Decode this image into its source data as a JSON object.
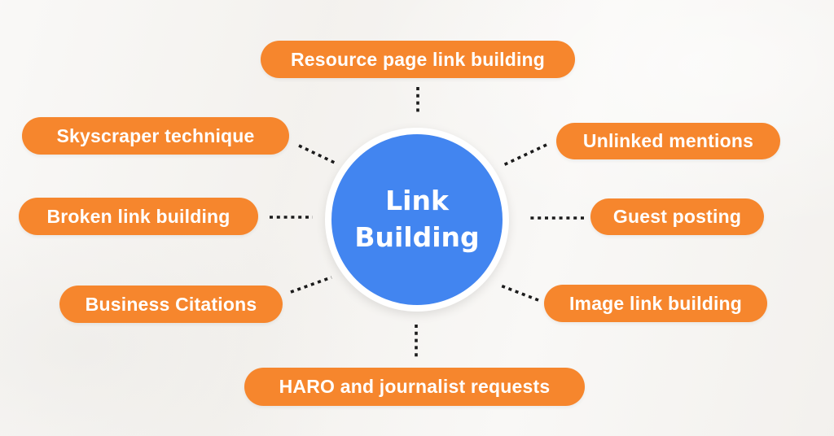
{
  "diagram": {
    "title": "Link Building mind map",
    "center": {
      "line1": "Link",
      "line2": "Building"
    },
    "nodes": [
      {
        "id": "resource-page-link-building",
        "label": "Resource page link building",
        "position": "top"
      },
      {
        "id": "unlinked-mentions",
        "label": "Unlinked mentions",
        "position": "top-right"
      },
      {
        "id": "guest-posting",
        "label": "Guest posting",
        "position": "right"
      },
      {
        "id": "image-link-building",
        "label": "Image link building",
        "position": "bottom-right"
      },
      {
        "id": "haro-and-journalist-requests",
        "label": "HARO and journalist requests",
        "position": "bottom"
      },
      {
        "id": "business-citations",
        "label": "Business Citations",
        "position": "bottom-left"
      },
      {
        "id": "broken-link-building",
        "label": "Broken link building",
        "position": "left"
      },
      {
        "id": "skyscraper-technique",
        "label": "Skyscraper technique",
        "position": "top-left"
      }
    ],
    "colors": {
      "node_fill": "#f6862d",
      "center_fill": "#4285f0",
      "center_ring": "#ffffff",
      "connector": "#1b1b1b",
      "background": "#f5f3f0",
      "label_text": "#ffffff"
    }
  }
}
